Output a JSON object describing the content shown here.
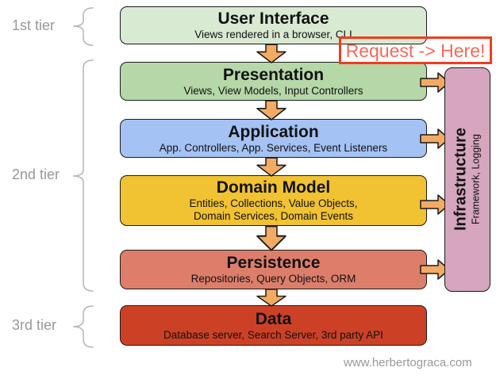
{
  "tiers": [
    {
      "label": "1st tier"
    },
    {
      "label": "2nd tier"
    },
    {
      "label": "3rd tier"
    }
  ],
  "layers": [
    {
      "id": "user-interface",
      "title": "User Interface",
      "subtitle_lines": [
        "Views rendered in a browser, CLI"
      ],
      "color": "#d9ead3"
    },
    {
      "id": "presentation",
      "title": "Presentation",
      "subtitle_lines": [
        "Views, View Models, Input Controllers"
      ],
      "color": "#b6d7a8"
    },
    {
      "id": "application",
      "title": "Application",
      "subtitle_lines": [
        "App. Controllers, App. Services, Event Listeners"
      ],
      "color": "#a4c2f4"
    },
    {
      "id": "domain-model",
      "title": "Domain Model",
      "subtitle_lines": [
        "Entities, Collections, Value Objects,",
        "Domain Services, Domain Events"
      ],
      "color": "#f1c232"
    },
    {
      "id": "persistence",
      "title": "Persistence",
      "subtitle_lines": [
        "Repositories, Query Objects, ORM"
      ],
      "color": "#dd7e6b"
    },
    {
      "id": "data",
      "title": "Data",
      "subtitle_lines": [
        "Database server, Search Server, 3rd party API"
      ],
      "color": "#cc4125"
    }
  ],
  "infrastructure": {
    "title": "Infrastructure",
    "subtitle": "Framework, Logging",
    "color": "#d5a6bd"
  },
  "request_callout": {
    "text": "Request -> Here!",
    "border_color": "#f43b1e",
    "text_color": "#f8695a"
  },
  "watermark": "www.herbertograca.com",
  "colors": {
    "arrow_fill": "#f3ab63",
    "arrow_stroke": "#1a1a1a",
    "tier_label": "#999999",
    "brace": "#b5b5b5",
    "box_border": "#1b1b1b"
  }
}
